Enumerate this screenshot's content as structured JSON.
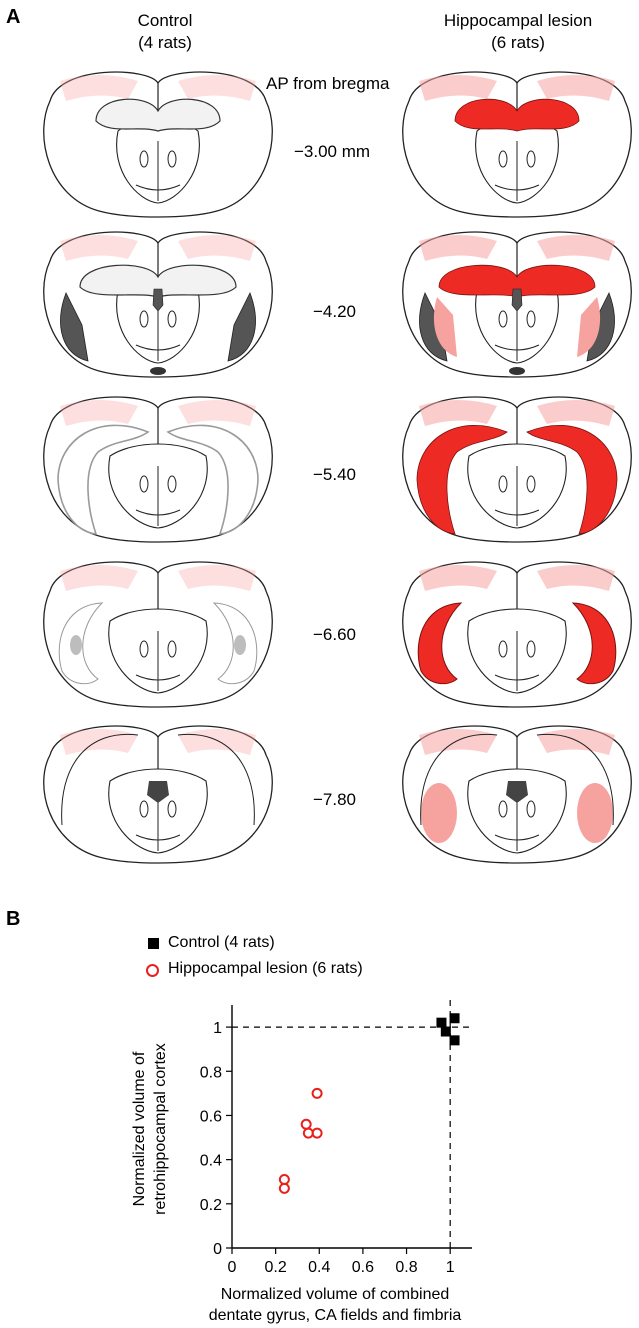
{
  "panel_a": {
    "letter": "A",
    "control_title": [
      "Control",
      "(4 rats)"
    ],
    "lesion_title": [
      "Hippocampal lesion",
      "(6 rats)"
    ],
    "ap_heading": "AP from bregma",
    "ap_levels": [
      "−3.00 mm",
      "−4.20",
      "−5.40",
      "−6.60",
      "−7.80"
    ],
    "colors": {
      "lesion": "#ee2a24",
      "lesion_light": "#f6a3a0",
      "structure_dark": "#555555",
      "structure_grey": "#bdbdbd"
    }
  },
  "panel_b": {
    "letter": "B",
    "legend": [
      {
        "label": "Control (4 rats)",
        "marker": "filled-square",
        "color": "#000000"
      },
      {
        "label": "Hippocampal lesion (6 rats)",
        "marker": "open-circle",
        "color": "#e8211d"
      }
    ]
  },
  "chart_data": {
    "type": "scatter",
    "xlabel": "Normalized volume of combined dentate gyrus, CA fields and fimbria",
    "xlabel_lines": [
      "Normalized volume of combined",
      "dentate gyrus, CA fields and fimbria"
    ],
    "ylabel": "Normalized volume of retrohippocampal cortex",
    "ylabel_lines": [
      "Normalized volume of",
      "retrohippocampal cortex"
    ],
    "xlim": [
      0,
      1.1
    ],
    "ylim": [
      0,
      1.1
    ],
    "xticks": [
      0,
      0.2,
      0.4,
      0.6,
      0.8,
      1
    ],
    "yticks": [
      0,
      0.2,
      0.4,
      0.6,
      0.8,
      1
    ],
    "reference_lines": {
      "x": 1,
      "y": 1,
      "style": "dashed"
    },
    "grid": false,
    "series": [
      {
        "name": "Control (4 rats)",
        "marker": "filled-square",
        "color": "#000000",
        "points": [
          [
            0.96,
            1.02
          ],
          [
            0.98,
            0.98
          ],
          [
            1.02,
            1.04
          ],
          [
            1.02,
            0.94
          ]
        ]
      },
      {
        "name": "Hippocampal lesion (6 rats)",
        "marker": "open-circle",
        "color": "#e8211d",
        "points": [
          [
            0.24,
            0.27
          ],
          [
            0.24,
            0.31
          ],
          [
            0.34,
            0.56
          ],
          [
            0.35,
            0.52
          ],
          [
            0.39,
            0.52
          ],
          [
            0.39,
            0.7
          ]
        ]
      }
    ]
  }
}
